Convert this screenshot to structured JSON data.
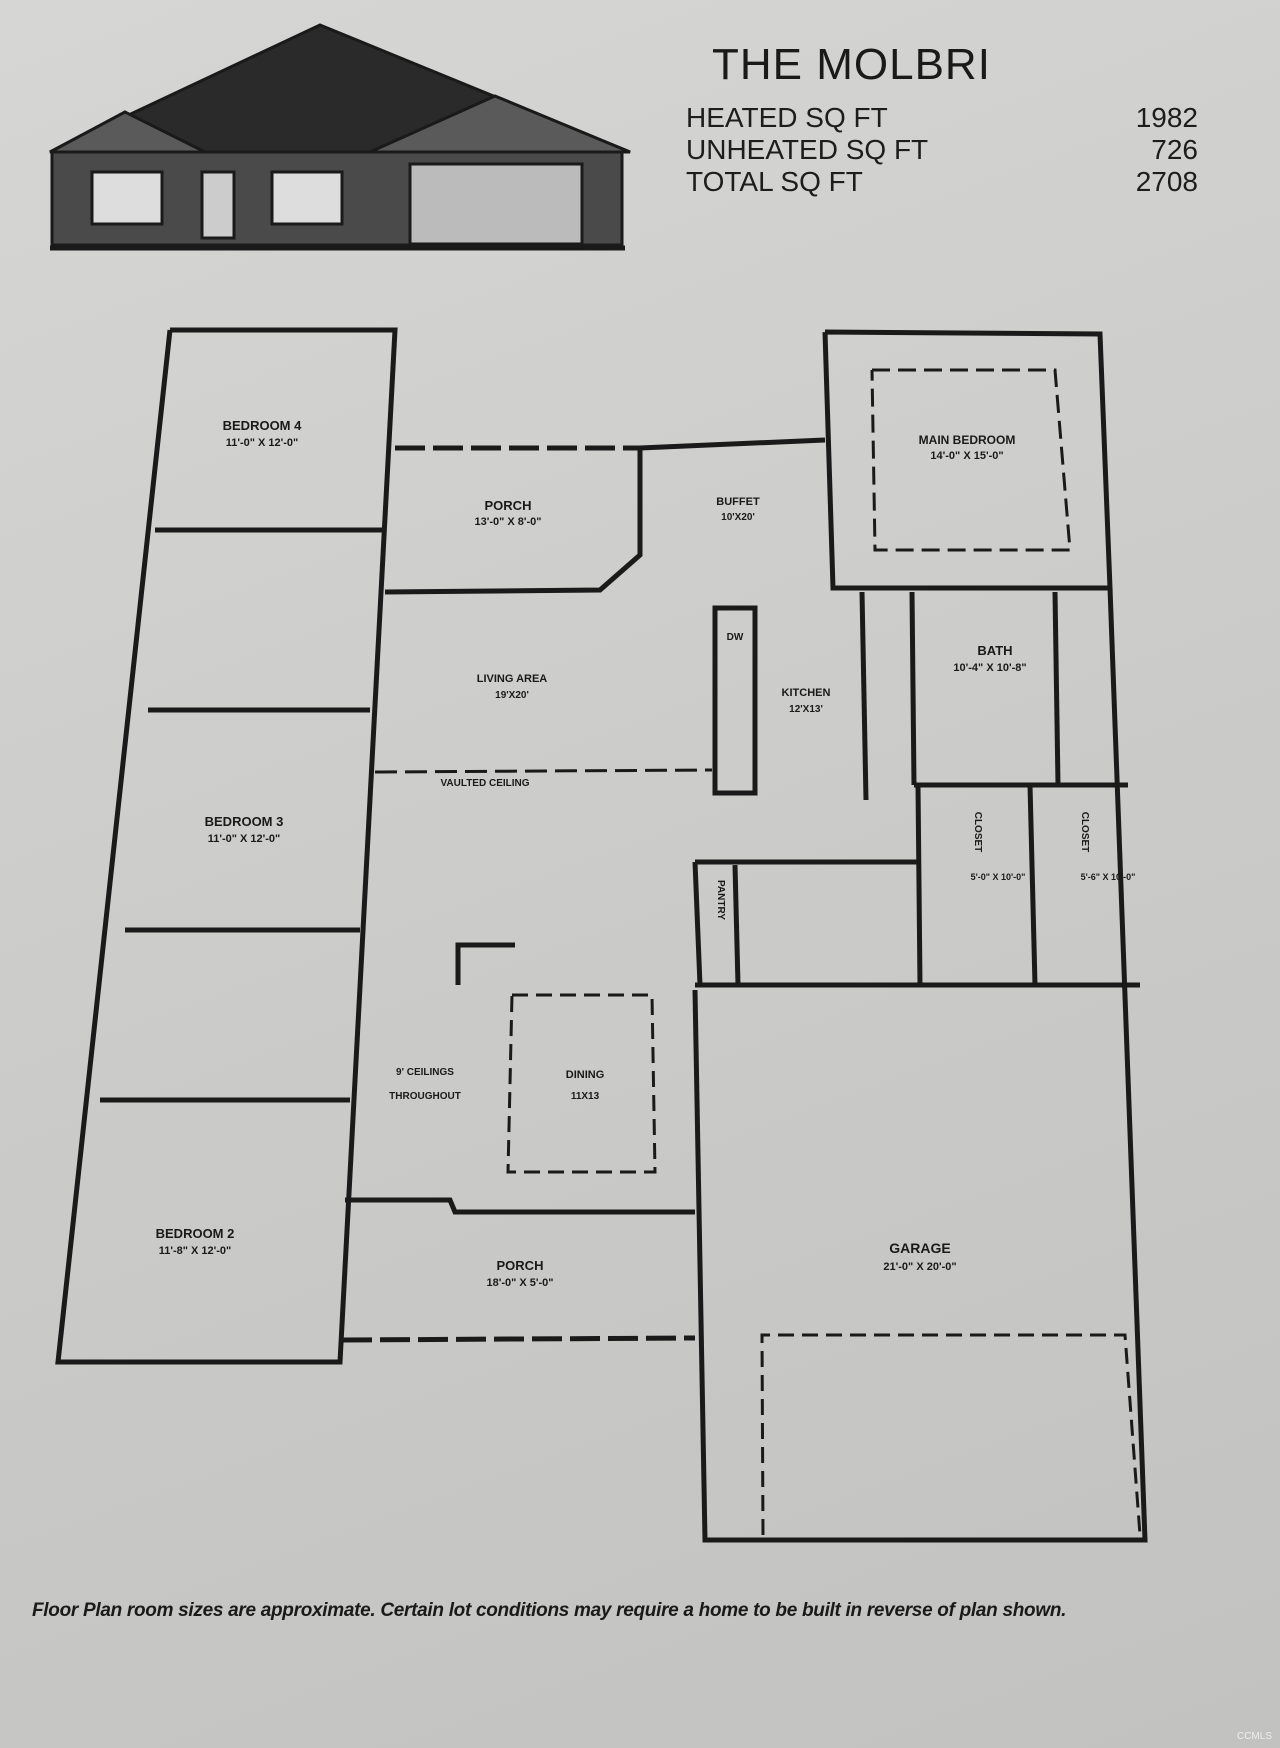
{
  "header": {
    "title": "THE MOLBRI",
    "stats": [
      {
        "label": "HEATED SQ FT",
        "value": "1982"
      },
      {
        "label": "UNHEATED SQ FT",
        "value": "726"
      },
      {
        "label": "TOTAL SQ FT",
        "value": "2708"
      }
    ]
  },
  "rooms": {
    "bedroom4": {
      "name": "BEDROOM 4",
      "size": "11'-0\" X 12'-0\""
    },
    "porch_rear": {
      "name": "PORCH",
      "size": "13'-0\" X 8'-0\""
    },
    "buffet": {
      "name": "BUFFET",
      "size": "10'X20'"
    },
    "main_bedroom": {
      "name": "MAIN BEDROOM",
      "size": "14'-0\" X 15'-0\""
    },
    "bath": {
      "name": "BATH",
      "size": "10'-4\" X 10'-8\""
    },
    "living": {
      "name": "LIVING AREA",
      "size": "19'X20'"
    },
    "kitchen": {
      "name": "KITCHEN",
      "size": "12'X13'"
    },
    "vaulted": {
      "name": "VAULTED CEILING"
    },
    "dw": {
      "name": "DW"
    },
    "bedroom3": {
      "name": "BEDROOM 3",
      "size": "11'-0\" X 12'-0\""
    },
    "closet1": {
      "name": "CLOSET",
      "size": "5'-0\" X 10'-0\""
    },
    "closet2": {
      "name": "CLOSET",
      "size": "5'-6\" X 10'-0\""
    },
    "pantry": {
      "name": "PANTRY"
    },
    "ceilings": {
      "line1": "9' CEILINGS",
      "line2": "THROUGHOUT"
    },
    "dining": {
      "name": "DINING",
      "size": "11X13"
    },
    "bedroom2": {
      "name": "BEDROOM 2",
      "size": "11'-8\" X 12'-0\""
    },
    "porch_front": {
      "name": "PORCH",
      "size": "18'-0\" X 5'-0\""
    },
    "garage": {
      "name": "GARAGE",
      "size": "21'-0\" X 20'-0\""
    }
  },
  "footer": {
    "caption": "Floor Plan room sizes are approximate. Certain lot conditions may require a home to be built in reverse of plan shown.",
    "watermark": "CCMLS"
  },
  "colors": {
    "paper": "#cfcfcd",
    "ink": "#1a1a1a",
    "roof": "#2a2a2a"
  }
}
